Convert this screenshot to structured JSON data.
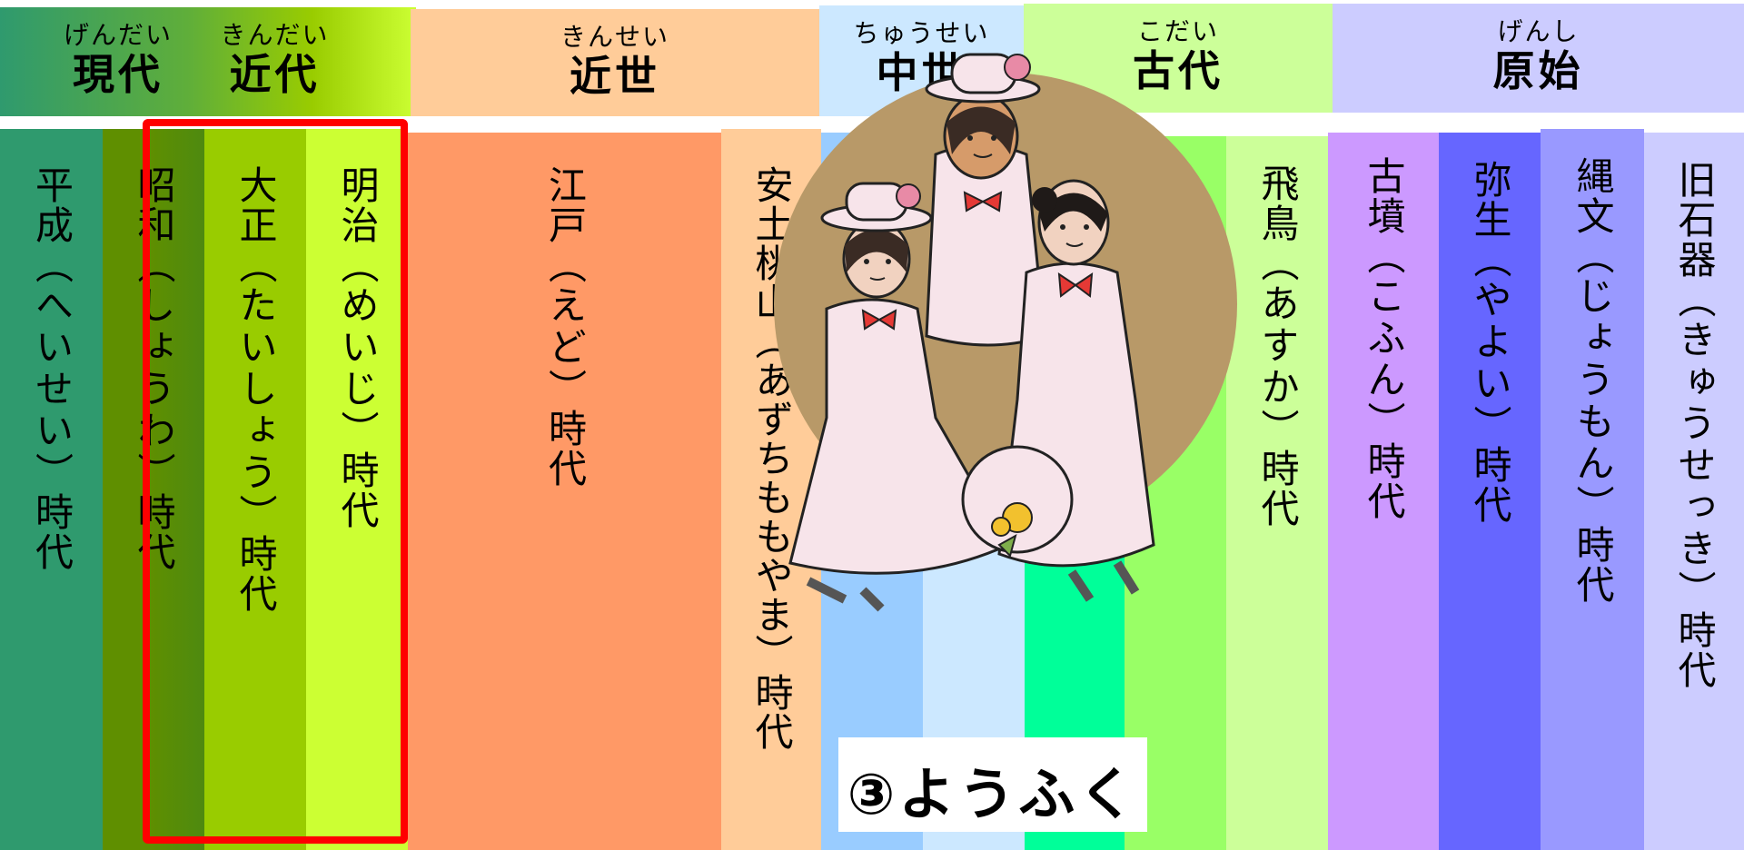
{
  "era_headers": [
    {
      "id": "gendai",
      "ruby": "げんだい",
      "name": "現代"
    },
    {
      "id": "kindai",
      "ruby": "きんだい",
      "name": "近代"
    },
    {
      "id": "kinsei",
      "ruby": "きんせい",
      "name": "近世"
    },
    {
      "id": "chusei",
      "ruby": "ちゅうせい",
      "name": "中世"
    },
    {
      "id": "kodai",
      "ruby": "こだい",
      "name": "古代"
    },
    {
      "id": "genshi",
      "ruby": "げんし",
      "name": "原始"
    }
  ],
  "periods": [
    {
      "id": "heisei",
      "kanji": "平成",
      "reading": "へいせい",
      "suffix": "時代",
      "color": "#2f9a6e"
    },
    {
      "id": "showa",
      "kanji": "昭和",
      "reading": "しょうわ",
      "suffix": "時代",
      "color": "#5f8f00"
    },
    {
      "id": "taisho",
      "kanji": "大正",
      "reading": "たいしょう",
      "suffix": "時代",
      "color": "#99cc00"
    },
    {
      "id": "meiji",
      "kanji": "明治",
      "reading": "めいじ",
      "suffix": "時代",
      "color": "#ccff33"
    },
    {
      "id": "edo",
      "kanji": "江戸",
      "reading": "えど",
      "suffix": "時代",
      "color": "#ff9966"
    },
    {
      "id": "azuchi",
      "kanji": "安土桃山",
      "reading": "あずちももやま",
      "suffix": "時代",
      "color": "#ffcc99"
    },
    {
      "id": "asuka",
      "kanji": "飛鳥",
      "reading": "あすか",
      "suffix": "時代",
      "color": "#ccff99"
    },
    {
      "id": "kofun",
      "kanji": "古墳",
      "reading": "こふん",
      "suffix": "時代",
      "color": "#cc99ff"
    },
    {
      "id": "yayoi",
      "kanji": "弥生",
      "reading": "やよい",
      "suffix": "時代",
      "color": "#6666ff"
    },
    {
      "id": "jomon",
      "kanji": "縄文",
      "reading": "じょうもん",
      "suffix": "時代",
      "color": "#9999ff"
    },
    {
      "id": "kyusekki",
      "kanji": "旧石器",
      "reading": "きゅうせっき",
      "suffix": "時代",
      "color": "#ccccff"
    }
  ],
  "paren_open": "（",
  "paren_close": "）",
  "caption": "③ようふく"
}
